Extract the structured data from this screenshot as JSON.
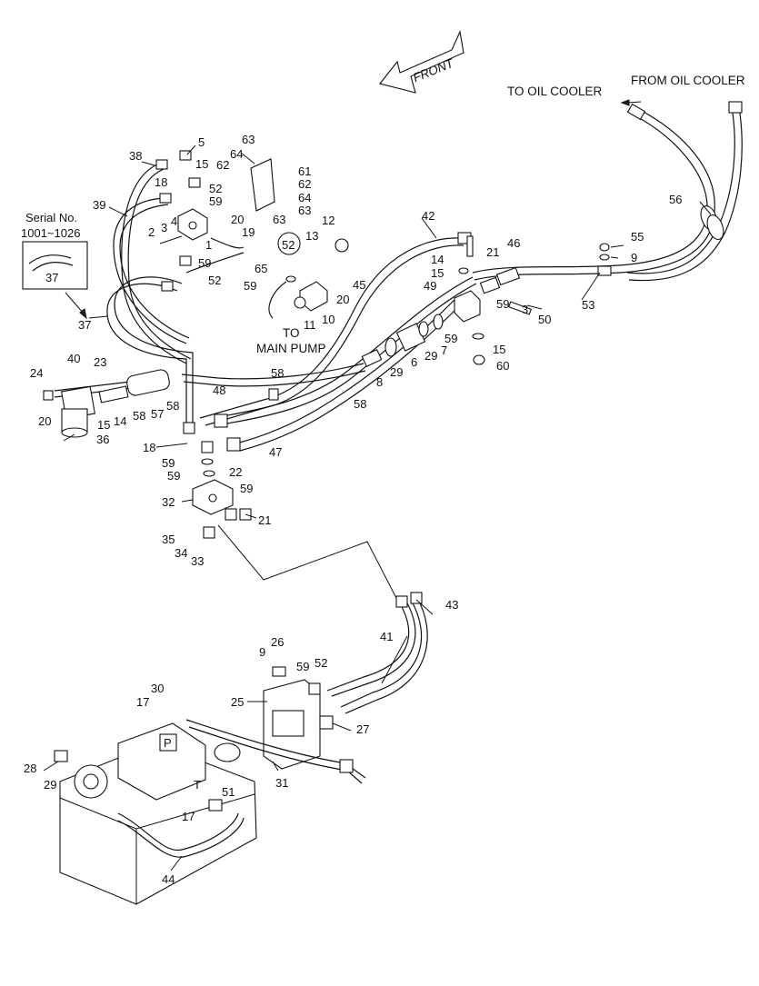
{
  "diagram": {
    "front_label": "FRONT",
    "to_oil_cooler": "TO OIL COOLER",
    "from_oil_cooler": "FROM OIL COOLER",
    "to_main_pump_line1": "TO",
    "to_main_pump_line2": "MAIN PUMP",
    "serial_label_line1": "Serial No.",
    "serial_label_line2": "1001~1026",
    "port_p": "P",
    "port_t": "T",
    "callouts": [
      "1",
      "2",
      "3",
      "4",
      "5",
      "6",
      "7",
      "8",
      "9",
      "10",
      "11",
      "12",
      "13",
      "14",
      "15",
      "17",
      "18",
      "19",
      "20",
      "21",
      "22",
      "23",
      "24",
      "25",
      "26",
      "27",
      "28",
      "29",
      "30",
      "31",
      "32",
      "33",
      "34",
      "35",
      "36",
      "37",
      "38",
      "39",
      "40",
      "41",
      "42",
      "43",
      "44",
      "45",
      "46",
      "47",
      "48",
      "49",
      "50",
      "51",
      "52",
      "53",
      "55",
      "56",
      "57",
      "58",
      "59",
      "60",
      "61",
      "62",
      "63",
      "64",
      "65"
    ]
  }
}
